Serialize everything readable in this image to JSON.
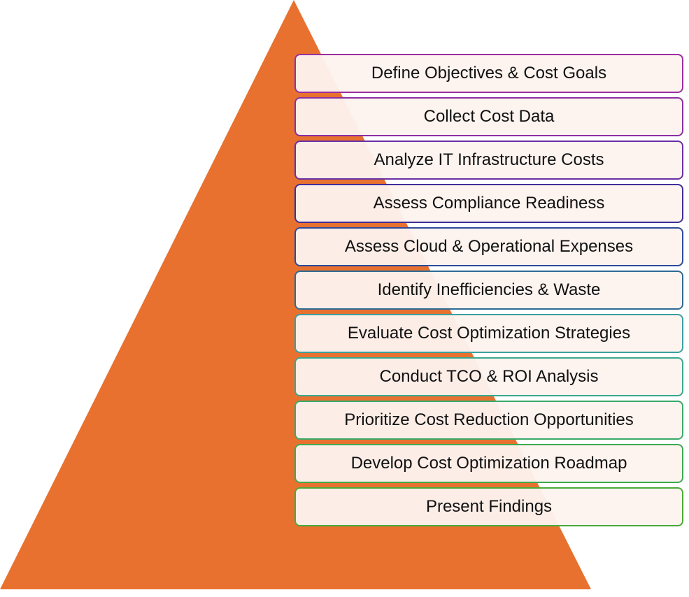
{
  "pyramid": {
    "fill_color": "#E8712F"
  },
  "steps": [
    {
      "label": "Define Objectives & Cost Goals",
      "border_color": "#9A2FA0"
    },
    {
      "label": "Collect Cost Data",
      "border_color": "#8A2FA3"
    },
    {
      "label": "Analyze IT Infrastructure Costs",
      "border_color": "#6A2FA6"
    },
    {
      "label": "Assess Compliance Readiness",
      "border_color": "#3F2F9A"
    },
    {
      "label": "Assess Cloud & Operational Expenses",
      "border_color": "#2F4A9A"
    },
    {
      "label": "Identify Inefficiencies & Waste",
      "border_color": "#2F6A94"
    },
    {
      "label": "Evaluate Cost Optimization Strategies",
      "border_color": "#3AA0A0"
    },
    {
      "label": "Conduct TCO & ROI Analysis",
      "border_color": "#3AA88E"
    },
    {
      "label": "Prioritize Cost Reduction Opportunities",
      "border_color": "#3AAA6A"
    },
    {
      "label": "Develop Cost Optimization Roadmap",
      "border_color": "#3DAA50"
    },
    {
      "label": "Present Findings",
      "border_color": "#4AAA38"
    }
  ]
}
